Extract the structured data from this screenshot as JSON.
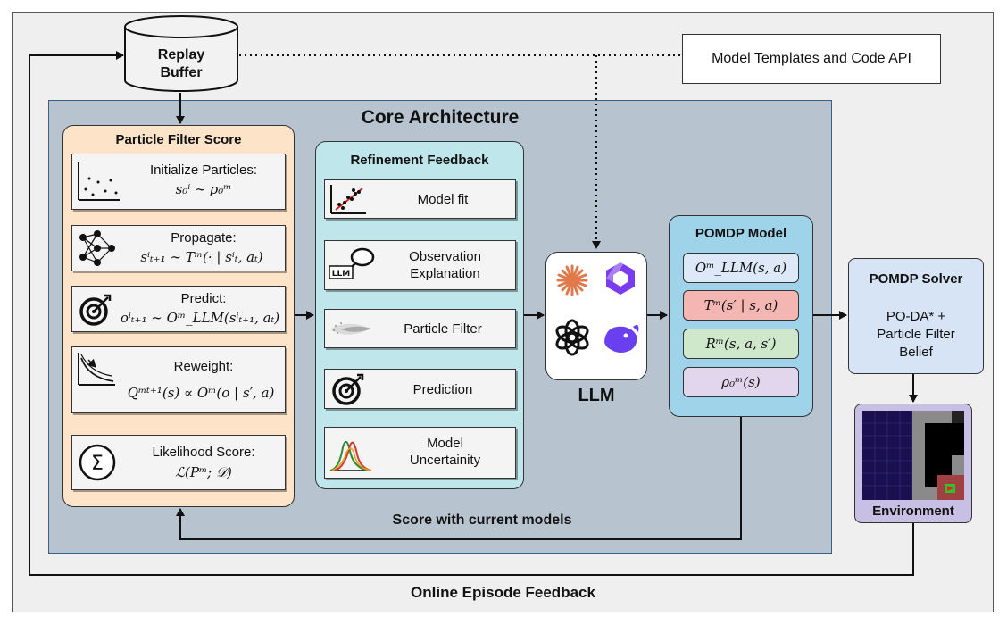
{
  "replay_buffer": {
    "line1": "Replay",
    "line2": "Buffer"
  },
  "templates": {
    "label": "Model Templates and Code API"
  },
  "core": {
    "title": "Core Architecture"
  },
  "particle_filter": {
    "title": "Particle Filter Score",
    "steps": [
      {
        "label": "Initialize Particles:",
        "math": "s₀ⁱ ∼ ρ₀ᵐ",
        "icon": "scatter-plot-icon"
      },
      {
        "label": "Propagate:",
        "math": "sⁱₜ₊₁ ∼ Tᵐ(· | sⁱₜ, aₜ)",
        "icon": "neural-network-icon"
      },
      {
        "label": "Predict:",
        "math": "oⁱₜ₊₁ ∼ Oᵐ_LLM(sⁱₜ₊₁, aₜ)",
        "icon": "target-icon"
      },
      {
        "label": "Reweight:",
        "math": "Qᵐᵗ⁺¹(s) ∝ Oᵐ(o | s′, a)",
        "icon": "decay-curve-icon"
      },
      {
        "label": "Likelihood Score:",
        "math": "ℒ(Pᵐ; 𝒟)",
        "icon": "sigma-icon"
      }
    ]
  },
  "refinement": {
    "title": "Refinement Feedback",
    "steps": [
      {
        "label1": "Model fit",
        "label2": "",
        "icon": "regression-fit-icon"
      },
      {
        "label1": "Observation",
        "label2": "Explanation",
        "icon": "llm-speech-icon"
      },
      {
        "label1": "Particle Filter",
        "label2": "",
        "icon": "particle-cloud-icon"
      },
      {
        "label1": "Prediction",
        "label2": "",
        "icon": "target-icon"
      },
      {
        "label1": "Model",
        "label2": "Uncertainity",
        "icon": "distribution-curves-icon"
      }
    ]
  },
  "llm": {
    "label": "LLM",
    "logos": [
      "claude-logo-icon",
      "gemini-logo-icon",
      "openai-logo-icon",
      "deepseek-logo-icon"
    ]
  },
  "pomdp_model": {
    "title": "POMDP Model",
    "components": [
      {
        "math": "Oᵐ_LLM(s, a)",
        "color": "#dde9f8"
      },
      {
        "math": "Tᵐ(s′ | s, a)",
        "color": "#f4b6b2"
      },
      {
        "math": "Rᵐ(s, a, s′)",
        "color": "#cfe8cc"
      },
      {
        "math": "ρ₀ᵐ(s)",
        "color": "#e2d6ec"
      }
    ]
  },
  "solver": {
    "title": "POMDP Solver",
    "line1": "PO-DA* +",
    "line2": "Particle Filter",
    "line3": "Belief"
  },
  "environment": {
    "label": "Environment"
  },
  "score_label": "Score with current models",
  "online_label": "Online Episode Feedback",
  "colors": {
    "core_bg": "#b7c4d0",
    "pf_bg": "#fde3c8",
    "rf_bg": "#bfe6ea",
    "pomdp_bg": "#9fd3ea",
    "solver_bg": "#d6e4f6",
    "env_bg": "#c8bfe4"
  }
}
